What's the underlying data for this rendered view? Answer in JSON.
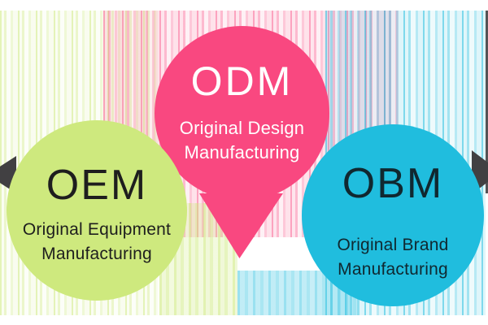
{
  "nodes": [
    {
      "acronym": "ODM",
      "line1": "Original Design",
      "line2": "Manufacturing",
      "fill": "#f94880",
      "text_color": "#ffffff"
    },
    {
      "acronym": "OEM",
      "line1": "Original Equipment",
      "line2": "Manufacturing",
      "fill": "#cee97e",
      "text_color": "#1e1e1e"
    },
    {
      "acronym": "OBM",
      "line1": "Original Brand",
      "line2": "Manufacturing",
      "fill": "#20bdde",
      "text_color": "#102830"
    }
  ],
  "decor": {
    "background": "#ffffff",
    "arrow_color": "#414042",
    "streak_pink": "#f94880",
    "streak_green": "#cee97e",
    "streak_blue": "#20bdde"
  }
}
